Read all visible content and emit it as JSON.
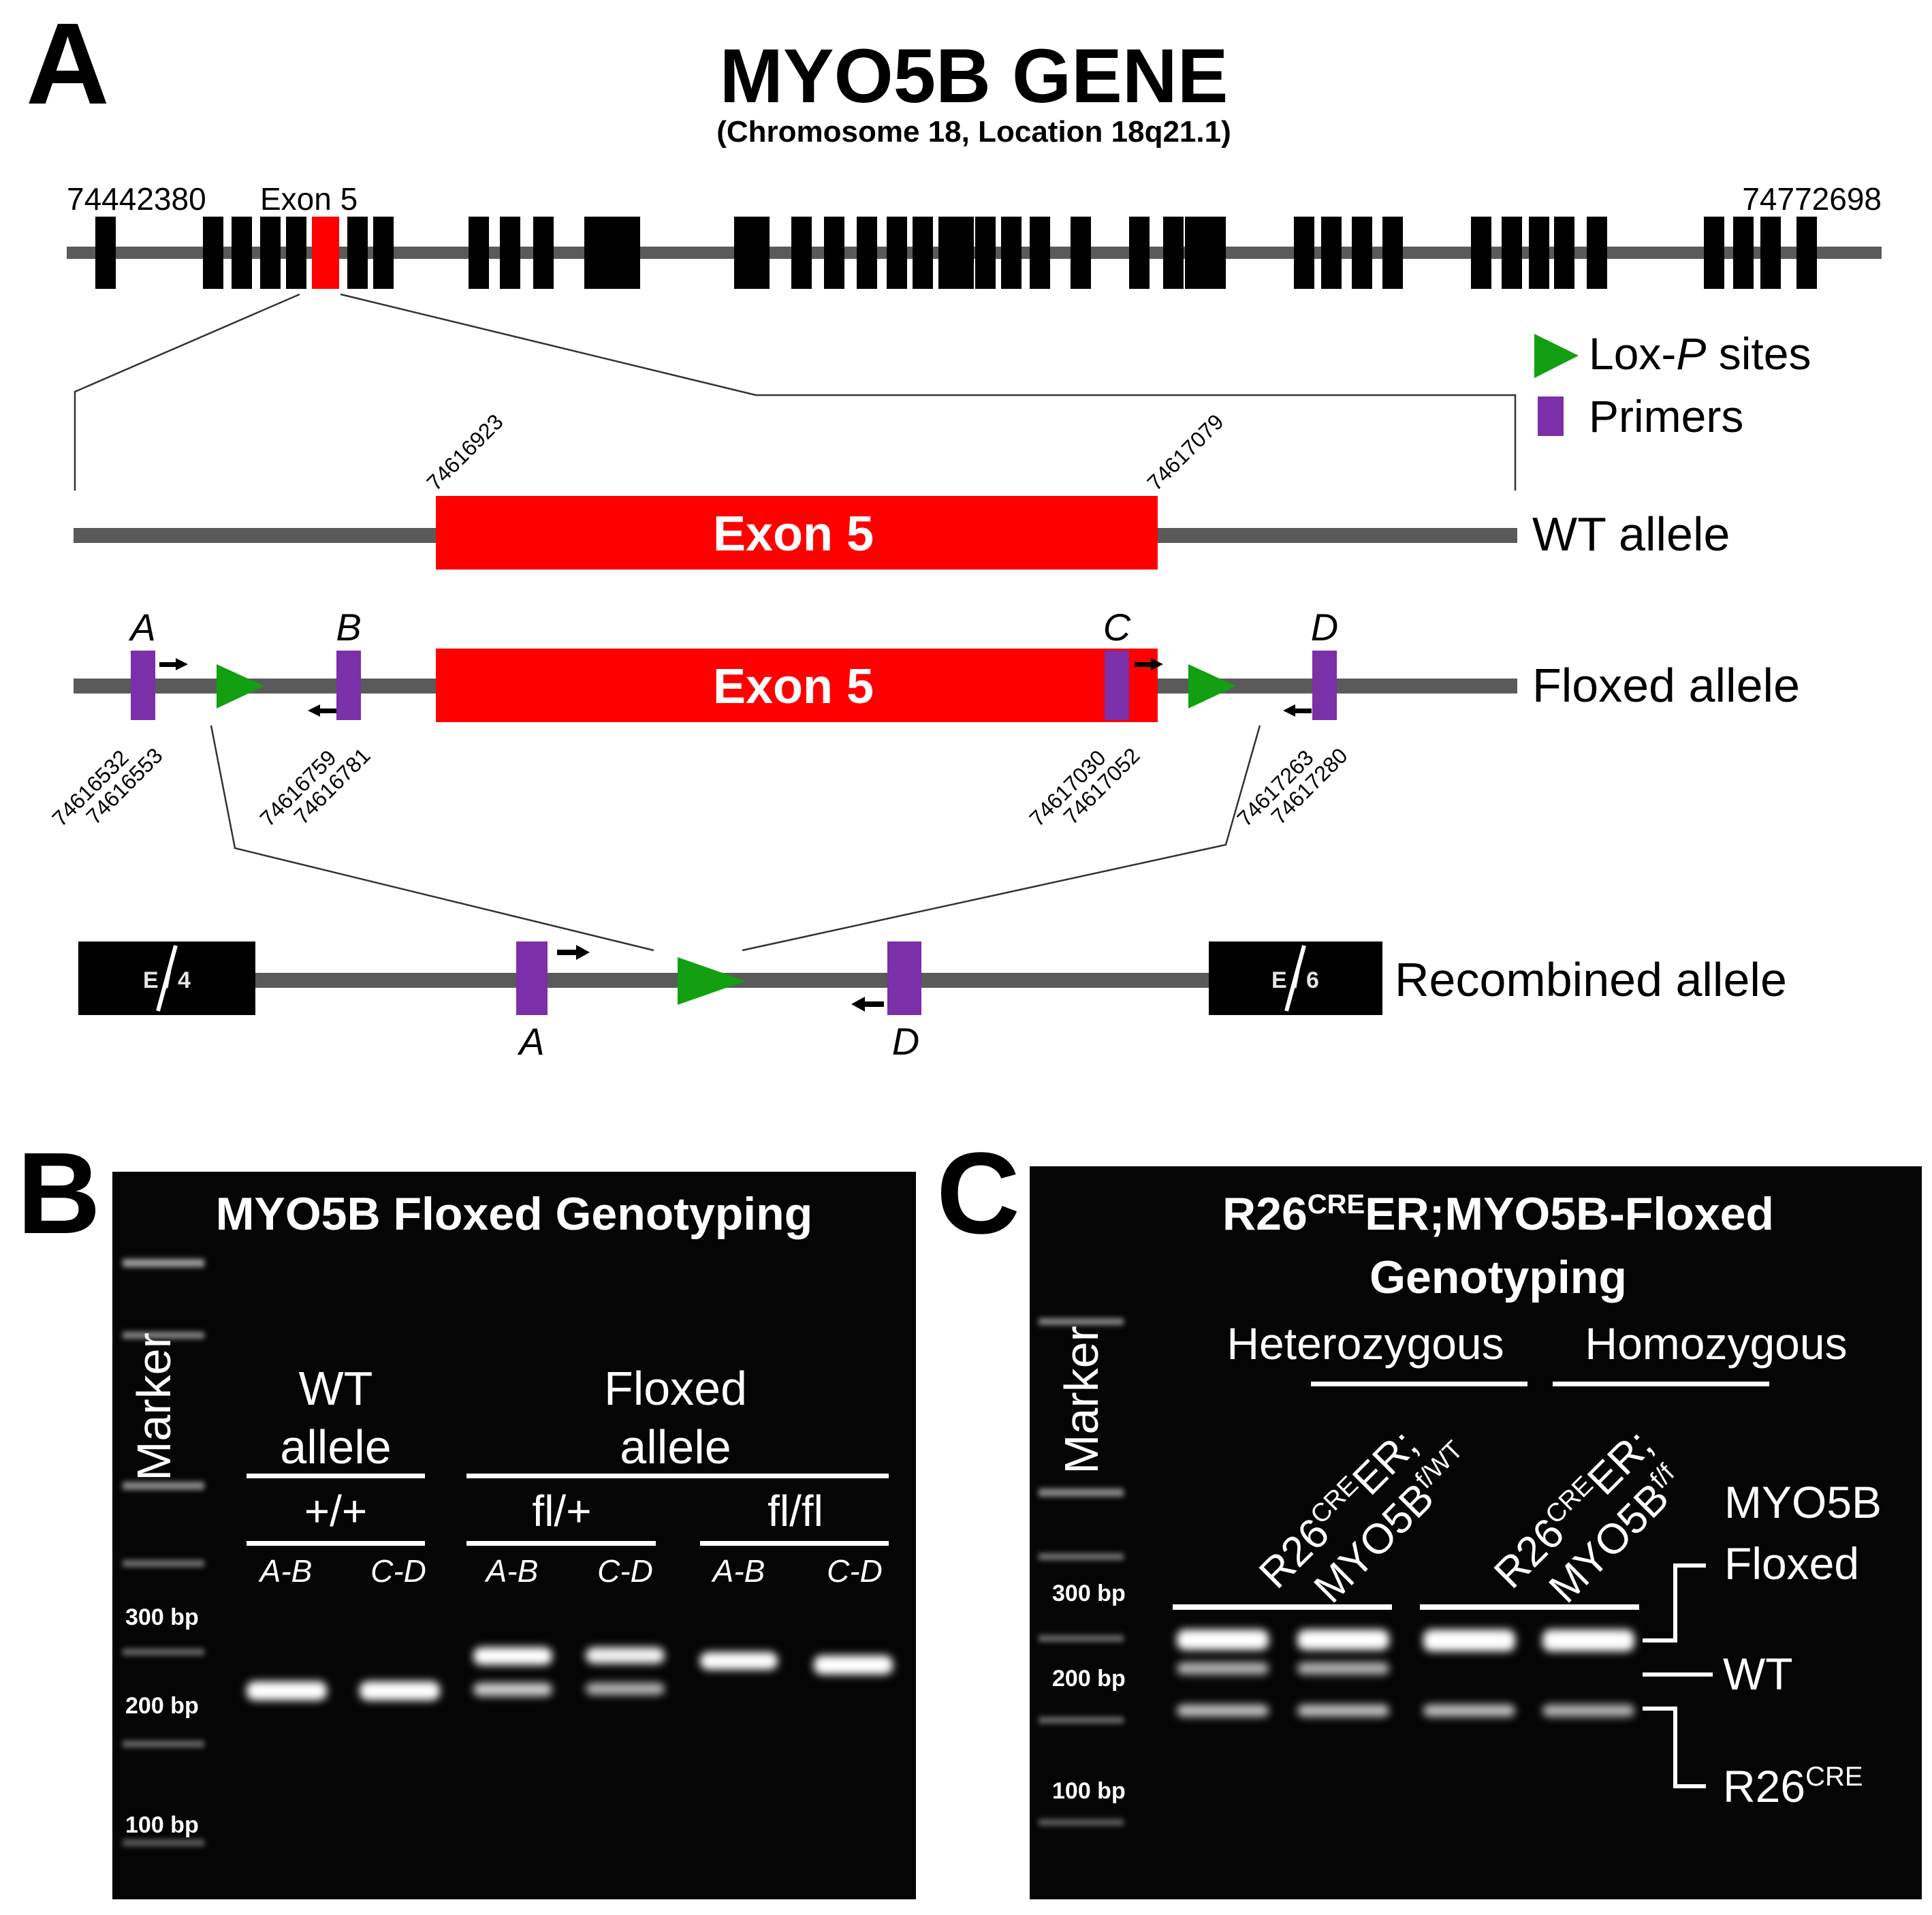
{
  "panelA": {
    "letter": "A",
    "title": "MYO5B GENE",
    "subtitle": "(Chromosome 18, Location 18q21.1)",
    "start_coord": "74442380",
    "end_coord": "74772698",
    "exon_label": "Exon 5",
    "legend": {
      "loxp_prefix": "Lox-",
      "loxp_italic": "P",
      "loxp_suffix": " sites",
      "primers": "Primers"
    },
    "wt": {
      "exon": "Exon 5",
      "start": "74616923",
      "end": "74617079",
      "label": "WT allele"
    },
    "floxed": {
      "exon": "Exon 5",
      "label": "Floxed allele",
      "primers": [
        {
          "name": "A",
          "c1": "74616532",
          "c2": "74616553"
        },
        {
          "name": "B",
          "c1": "74616759",
          "c2": "74616781"
        },
        {
          "name": "C",
          "c1": "74617030",
          "c2": "74617052"
        },
        {
          "name": "D",
          "c1": "74617263",
          "c2": "74617280"
        }
      ]
    },
    "recombined": {
      "left_box": "E / 4",
      "right_box": "E / 6",
      "primer_a": "A",
      "primer_d": "D",
      "label": "Recombined allele"
    },
    "colors": {
      "exon": "#ff0000",
      "loxp": "#12a012",
      "primer": "#7b2fa8",
      "line": "#5a5a5a"
    }
  },
  "panelB": {
    "letter": "B",
    "title": "MYO5B Floxed Genotyping",
    "marker": "Marker",
    "group_wt_1": "WT",
    "group_wt_2": "allele",
    "group_fl_1": "Floxed",
    "group_fl_2": "allele",
    "geno_wt": "+/+",
    "geno_het": "fl/+",
    "geno_hom": "fl/fl",
    "lanes": [
      "A-B",
      "C-D",
      "A-B",
      "C-D",
      "A-B",
      "C-D"
    ],
    "ladder": [
      "300 bp",
      "200 bp",
      "100 bp"
    ]
  },
  "panelC": {
    "letter": "C",
    "title_r26": "R26",
    "title_cre": "CRE",
    "title_rest": "ER;MYO5B-Floxed",
    "title_line2": "Genotyping",
    "marker": "Marker",
    "het": "Heterozygous",
    "hom": "Homozygous",
    "lane1": {
      "r26": "R26",
      "cre": "CRE",
      "er": "ER;",
      "myo": "MYO5B",
      "sup": "f/WT"
    },
    "lane2": {
      "r26": "R26",
      "cre": "CRE",
      "er": "ER;",
      "myo": "MYO5B",
      "sup": "f/f"
    },
    "ladder": [
      "300 bp",
      "200 bp",
      "100 bp"
    ],
    "band_labels": {
      "floxed_1": "MYO5B",
      "floxed_2": "Floxed",
      "wt": "WT",
      "r26": "R26",
      "r26_sup": "CRE"
    }
  }
}
